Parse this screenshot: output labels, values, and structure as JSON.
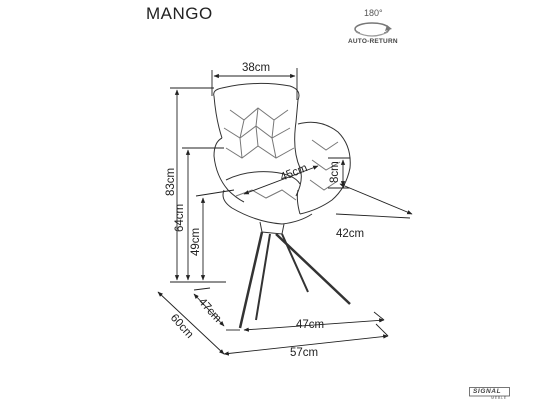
{
  "title": "MANGO",
  "rotate_badge": {
    "degrees": "180°",
    "label": "AUTO-RETURN",
    "icon": "rotate-arrow-icon"
  },
  "brand": {
    "name": "SIGNAL",
    "sub": "MEBLE",
    "icon": "signal-logo"
  },
  "dimensions": {
    "seat_width_top": "38cm",
    "seat_depth_diag": "45cm",
    "armrest_height": "8cm",
    "overall_width": "42cm",
    "overall_height": "83cm",
    "armrest_floor_height": "64cm",
    "seat_height": "49cm",
    "leg_depth": "47cm",
    "overall_depth": "60cm",
    "leg_width": "47cm",
    "base_width": "57cm"
  }
}
